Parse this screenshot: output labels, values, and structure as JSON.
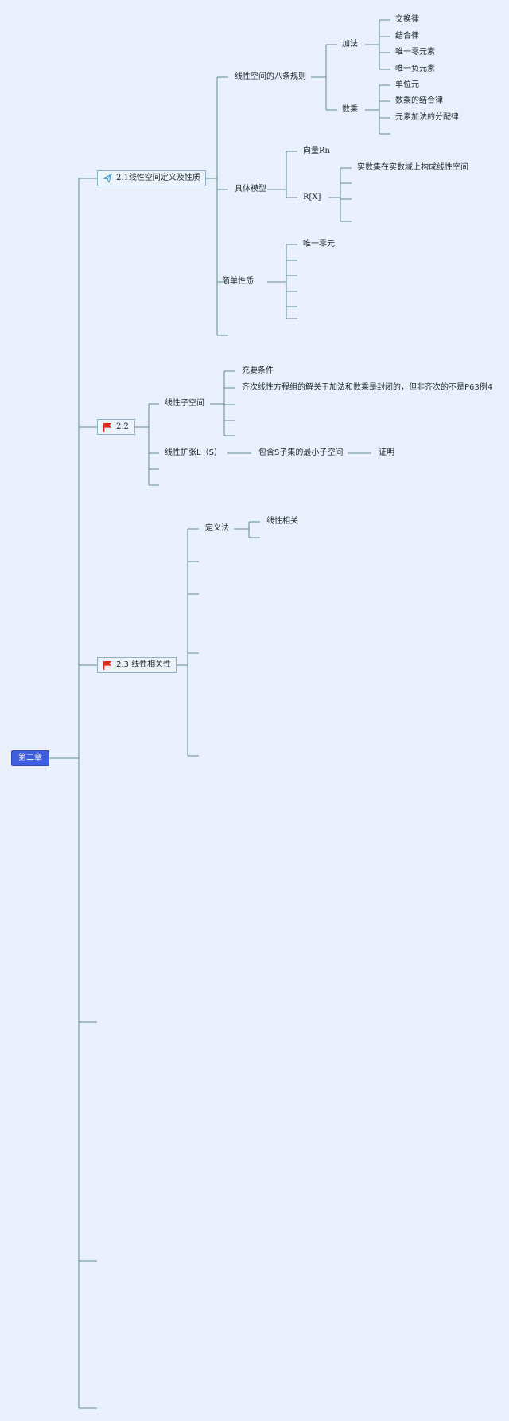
{
  "root": {
    "label": "第二章"
  },
  "topics": [
    {
      "label": "2.1线性空间定义及性质",
      "icon": "paper-plane-icon"
    },
    {
      "label": "2.2",
      "icon": "red-flag-icon"
    },
    {
      "label": "2.3 线性相关性",
      "icon": "red-flag-icon"
    }
  ],
  "t21": {
    "rules": {
      "label": "线性空间的八条规则",
      "add": {
        "label": "加法",
        "items": [
          "交换律",
          "结合律",
          "唯一零元素",
          "唯一负元素"
        ]
      },
      "mul": {
        "label": "数乘",
        "items": [
          "单位元",
          "数乘的结合律",
          "元素加法的分配律"
        ]
      }
    },
    "model": {
      "label": "具体模型",
      "rn": "向量Rn",
      "rx": "R[X]",
      "rx_item": "实数集在实数域上构成线性空间"
    },
    "props": {
      "label": "简单性质",
      "item": "唯一零元"
    }
  },
  "t22": {
    "sub": {
      "label": "线性子空间",
      "items": [
        "充要条件",
        "齐次线性方程组的解关于加法和数乘是封闭的，但非齐次的不是P63例4"
      ]
    },
    "span": {
      "label": "线性扩张L（S）",
      "child": "包含S子集的最小子空间",
      "grand": "证明"
    }
  },
  "t23": {
    "def": {
      "label": "定义法",
      "child": "线性相关"
    }
  },
  "colors": {
    "line": "#5e8c86",
    "root_bg": "#3f5fe0",
    "topic_border": "#8fb0c9",
    "flag": "#e0281b",
    "plane": "#3f9bd6"
  }
}
